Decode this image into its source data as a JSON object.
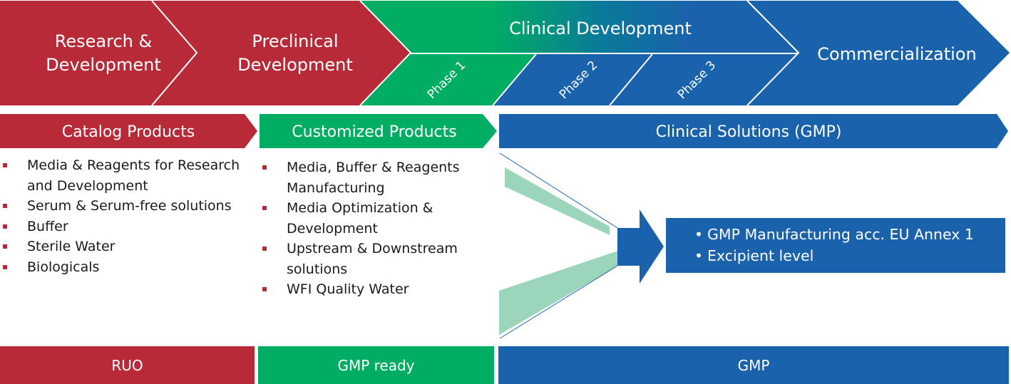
{
  "colors": {
    "red": "#b92a38",
    "green": "#00ad63",
    "blue": "#1a62ab",
    "mint": "#9bd6bc",
    "text": "#1a1a1a"
  },
  "stages": {
    "research": [
      "Research &",
      "Development"
    ],
    "preclinical": [
      "Preclinical",
      "Development"
    ],
    "clinical": "Clinical Development",
    "commercialization": "Commercialization",
    "phases": [
      "Phase 1",
      "Phase 2",
      "Phase 3"
    ]
  },
  "categories": {
    "catalog": "Catalog Products",
    "customized": "Customized Products",
    "clinical": "Clinical Solutions (GMP)"
  },
  "catalog_items": [
    "Media & Reagents for Research and Development",
    "Serum & Serum-free solutions",
    "Buffer",
    "Sterile Water",
    "Biologicals"
  ],
  "customized_items": [
    "Media, Buffer & Reagents Manufacturing",
    "Media Optimization & Development",
    "Upstream & Downstream solutions",
    "WFI Quality Water"
  ],
  "gmp_box": {
    "bullet": "•",
    "items": [
      "GMP Manufacturing acc. EU Annex 1",
      "Excipient level"
    ]
  },
  "grades": {
    "ruo": "RUO",
    "gmp_ready": "GMP ready",
    "gmp": "GMP"
  }
}
